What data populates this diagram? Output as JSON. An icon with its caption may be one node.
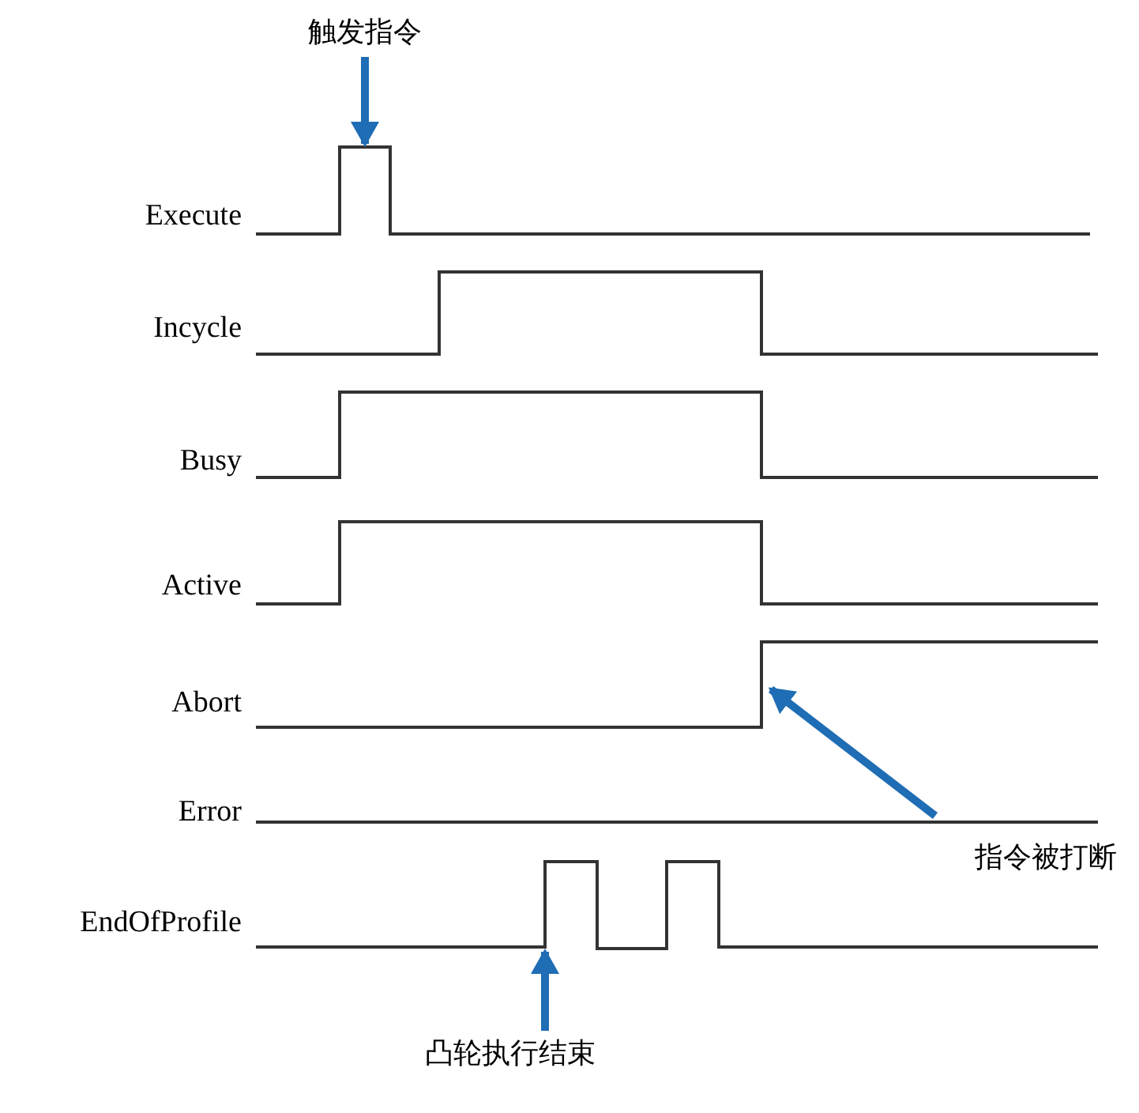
{
  "diagram": {
    "nodes": [
      {
        "text": [
          "触发指令"
        ]
      },
      {
        "text": [
          "指令被打断"
        ]
      },
      {
        "text": [
          "凸轮执行结束"
        ]
      },
      {
        "text": [],
        "shape": "pulse"
      },
      {
        "text": [],
        "shape": "line"
      },
      {
        "text": [],
        "shape": "pulse"
      }
    ],
    "edges": [
      {
        "from": 0,
        "to": 3,
        "arrow": "to"
      },
      {
        "from": 1,
        "to": 4,
        "arrow": "to"
      },
      {
        "from": 2,
        "to": 5,
        "arrow": "to"
      }
    ],
    "labels": [
      "Execute",
      "Incycle",
      "Busy",
      "Active",
      "Abort",
      "Error",
      "EndOfProfile"
    ]
  }
}
